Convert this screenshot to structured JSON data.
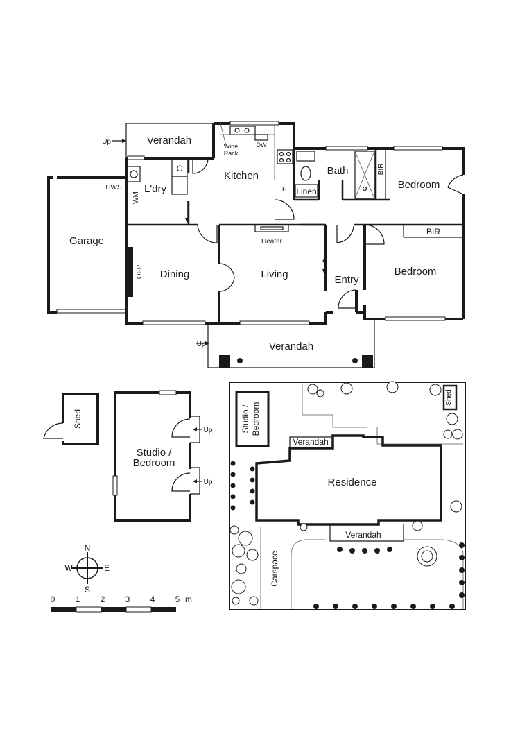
{
  "house": {
    "rooms": {
      "verandah_rear": "Verandah",
      "kitchen": "Kitchen",
      "wine_rack": [
        "Wine",
        "Rack"
      ],
      "dw": "DW",
      "f": "F",
      "laundry": "L'dry",
      "c": "C",
      "wm": "WM",
      "hws": "HWS",
      "bath": "Bath",
      "linen": "Linen",
      "bir_1": "BIR",
      "bedroom_1": "Bedroom",
      "bir_2": "BIR",
      "bedroom_2": "Bedroom",
      "garage": "Garage",
      "ofp": "OFP",
      "dining": "Dining",
      "living": "Living",
      "heater": "Heater",
      "entry": "Entry",
      "verandah_front": "Verandah"
    },
    "up_rear": "Up",
    "up_front": "Up"
  },
  "outbuildings": {
    "shed": "Shed",
    "studio": [
      "Studio /",
      "Bedroom"
    ],
    "up_1": "Up",
    "up_2": "Up"
  },
  "site_plan": {
    "studio": [
      "Studio /",
      "Bedroom"
    ],
    "shed": "Shed",
    "verandah_rear": "Verandah",
    "residence": "Residence",
    "verandah_front": "Verandah",
    "carspace": "Carspace"
  },
  "compass": {
    "n": "N",
    "s": "S",
    "e": "E",
    "w": "W"
  },
  "scale": {
    "ticks": [
      "0",
      "1",
      "2",
      "3",
      "4",
      "5"
    ],
    "unit": "m"
  }
}
